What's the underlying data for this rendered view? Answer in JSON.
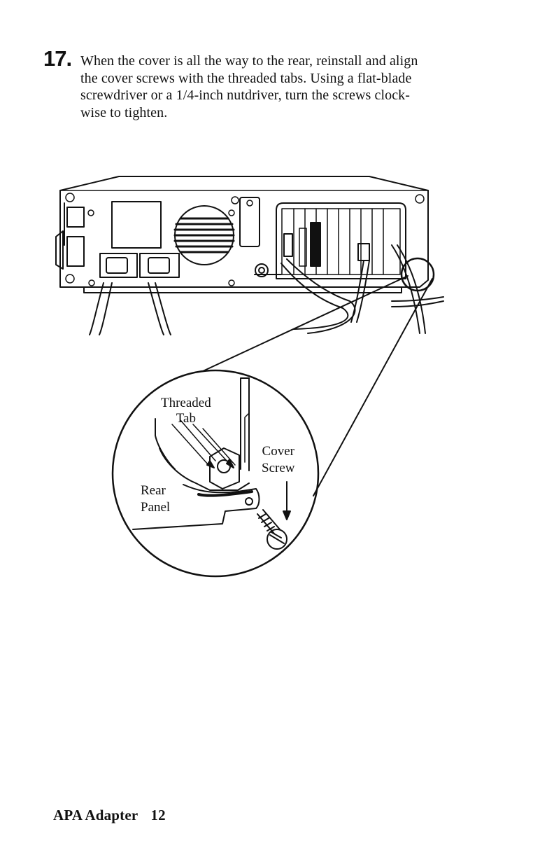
{
  "step": {
    "number": "17.",
    "lines": [
      "When the cover is all the way to the rear, reinstall and align",
      "the cover screws with the threaded tabs.  Using a flat-blade",
      "screwdriver or a 1/4-inch nutdriver, turn the screws clock-",
      "wise to tighten."
    ]
  },
  "figure": {
    "callouts": {
      "threaded_tab_1": "Threaded",
      "threaded_tab_2": "Tab",
      "cover_screw_1": "Cover",
      "cover_screw_2": "Screw",
      "rear_panel_1": "Rear",
      "rear_panel_2": "Panel"
    }
  },
  "footer": {
    "title": "APA Adapter",
    "page": "12"
  }
}
